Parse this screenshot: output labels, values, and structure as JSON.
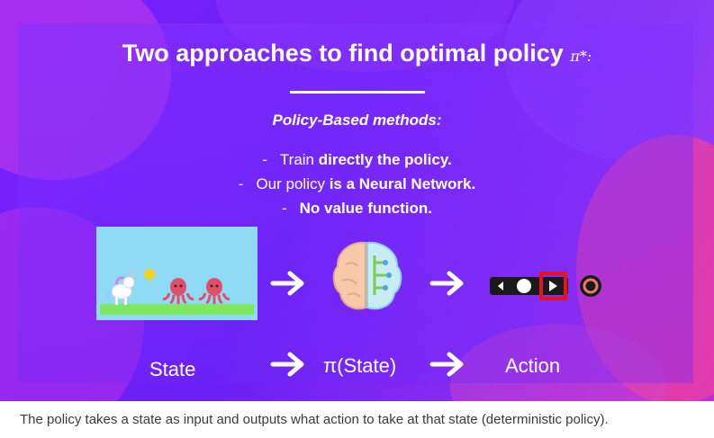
{
  "slide": {
    "title": "Two approaches to find optimal policy",
    "title_symbol": "π*:",
    "subtitle": "Policy-Based methods:",
    "bullets": [
      {
        "dash": "-",
        "normal": "Train ",
        "bold": "directly the policy."
      },
      {
        "dash": "-",
        "normal": "Our policy ",
        "bold": "is a Neural Network."
      },
      {
        "dash": "-",
        "normal": "",
        "bold": "No value function."
      }
    ],
    "flow_labels": {
      "state": "State",
      "policy": "π(State)",
      "action": "Action"
    },
    "icons": {
      "game": "game-screenshot-icon",
      "brain": "neural-network-brain-icon",
      "controller": "action-controller-icon",
      "arrow": "arrow-right-icon"
    },
    "colors": {
      "background": "#7b20ff",
      "accent_pink": "#e7298f",
      "highlight_red": "#e3141c"
    }
  },
  "caption": "The policy takes a state as input and outputs what action to take at that state (deterministic policy)."
}
